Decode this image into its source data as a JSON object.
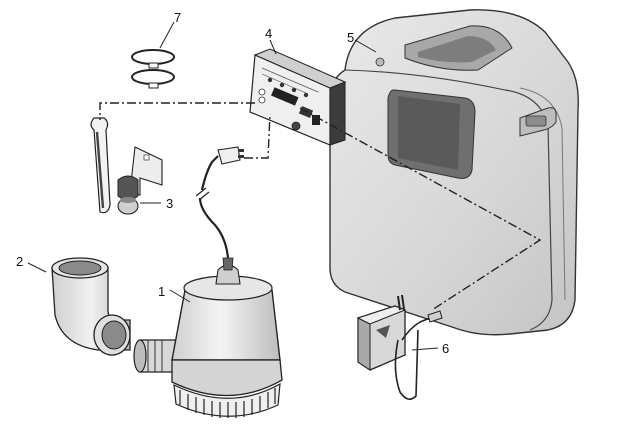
{
  "diagram": {
    "callouts": {
      "pump": "1",
      "elbow": "2",
      "float_switch": "3",
      "controller": "4",
      "battery_case": "5",
      "charger": "6",
      "clamps": "7"
    }
  }
}
